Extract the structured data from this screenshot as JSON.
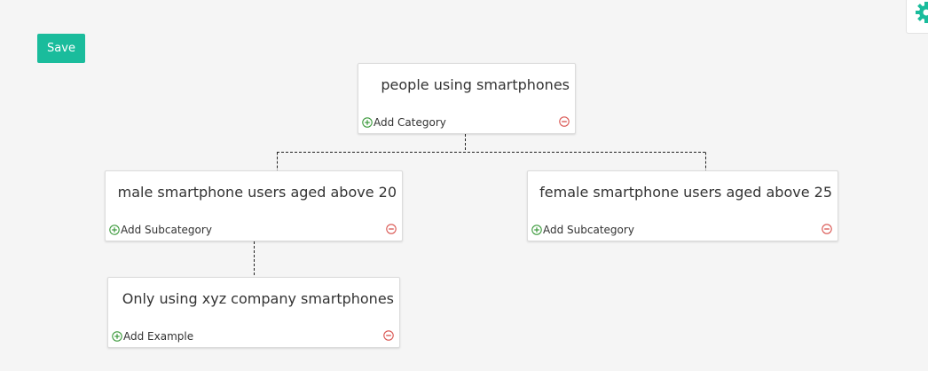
{
  "toolbar": {
    "save_label": "Save"
  },
  "colors": {
    "accent": "#1abc9c",
    "add_icon": "#3c9a3c",
    "remove_icon": "#d9534f"
  },
  "tree": {
    "root": {
      "title": "people using smartphones",
      "action": "Add Category"
    },
    "categories": [
      {
        "title": "male smartphone users aged above 20",
        "action": "Add Subcategory"
      },
      {
        "title": "female smartphone users aged above 25",
        "action": "Add Subcategory"
      }
    ],
    "subcategories": [
      {
        "title": "Only using xyz company smartphones",
        "action": "Add Example"
      }
    ]
  },
  "icons": {
    "settings": "gear-icon",
    "add": "plus-circle-icon",
    "remove": "minus-circle-icon"
  }
}
